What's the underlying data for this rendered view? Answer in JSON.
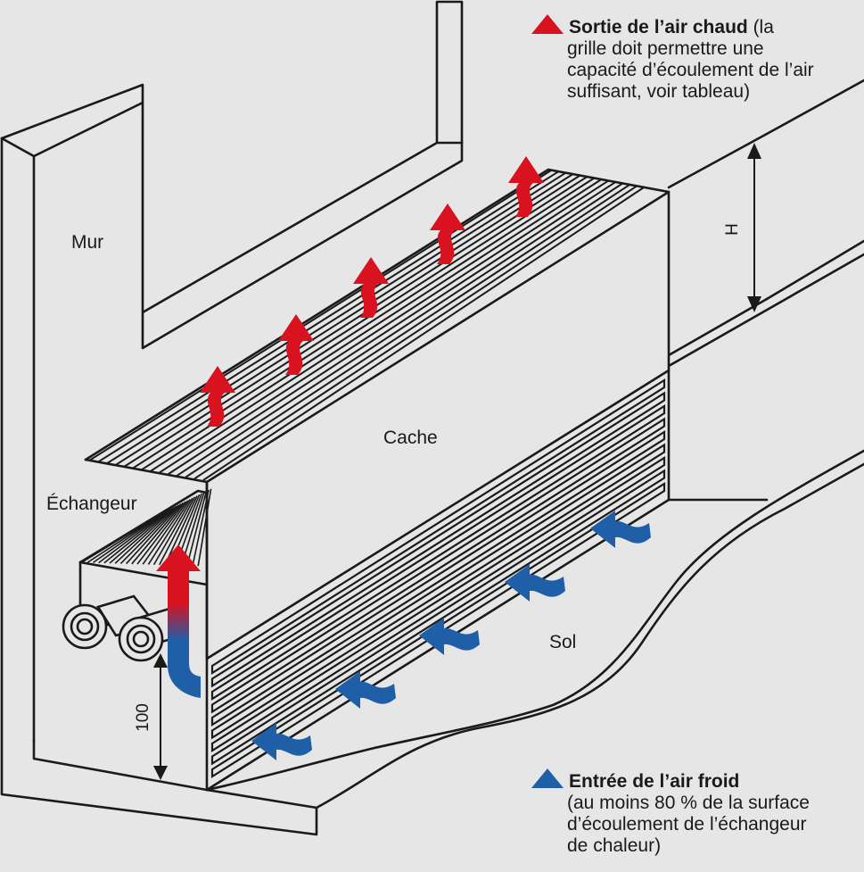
{
  "labels": {
    "wall": "Mur",
    "cover": "Cache",
    "exchanger": "Échangeur",
    "floor": "Sol"
  },
  "dimensions": {
    "height_label": "H",
    "floor_gap_label": "100"
  },
  "legend": {
    "hot_air": {
      "title": "Sortie de l’air chaud",
      "text_line1_suffix": " (la",
      "text_line2": "grille doit permettre une",
      "text_line3": "capacité d’écoulement de l’air",
      "text_line4": "suffisant, voir tableau)"
    },
    "cold_air": {
      "title": "Entrée de l’air froid",
      "text_line2": "(au moins 80 % de la surface",
      "text_line3": "d’écoulement de l’échangeur",
      "text_line4": "de chaleur)"
    }
  },
  "colors": {
    "hot_air": "#d8121f",
    "cold_air": "#1f5fa8",
    "line": "#1a1a1a",
    "background": "#e6e6e6"
  },
  "icons": {
    "hot_marker": "red-up-triangle-icon",
    "cold_marker": "blue-up-triangle-icon"
  }
}
